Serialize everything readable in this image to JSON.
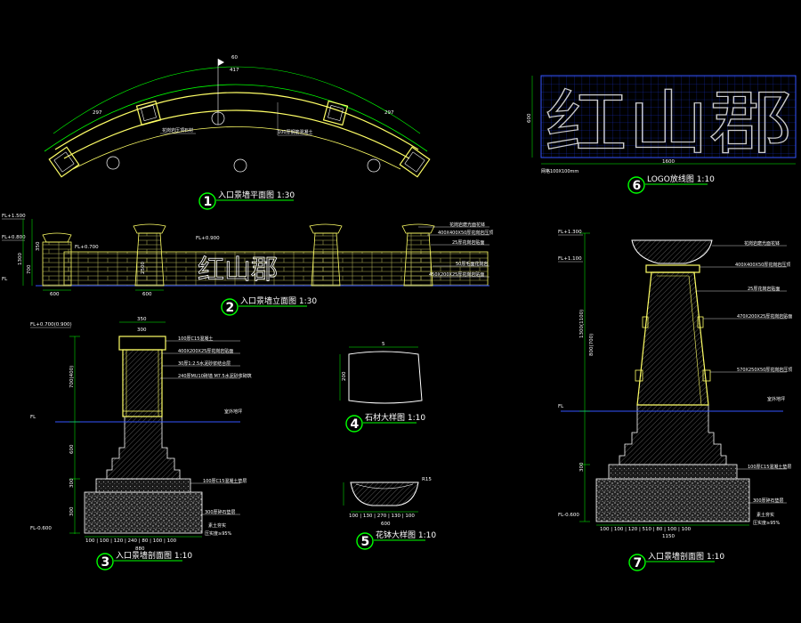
{
  "views": [
    {
      "num": "1",
      "title": "入口景墙平面图 1:30"
    },
    {
      "num": "2",
      "title": "入口景墙立面图 1:30"
    },
    {
      "num": "3",
      "title": "入口景墙剖面图 1:10"
    },
    {
      "num": "4",
      "title": "石材大样图 1:10"
    },
    {
      "num": "5",
      "title": "花钵大样图 1:10"
    },
    {
      "num": "6",
      "title": "LOGO放线图 1:10"
    },
    {
      "num": "7",
      "title": "入口景墙剖面图 1:10"
    }
  ],
  "logo_text": "红山郡",
  "levels": {
    "fl_1500": "FL+1.500",
    "fl_0800": "FL+0.800",
    "fl_0700": "FL+0.700",
    "fl_0900": "FL+0.900",
    "fl": "FL",
    "fl_1300": "FL+1.300",
    "fl_1100": "FL+1.100",
    "fl_m0600": "FL-0.600",
    "fl_0700_s": "FL+0.700(0.900)"
  },
  "dims": {
    "plan_outer": "60",
    "plan_inner": "417",
    "plan_side_l": "297",
    "plan_side_r": "297",
    "elev_600a": "600",
    "elev_600b": "600",
    "elev_h1": "1300",
    "elev_h2": "700",
    "elev_h3": "350",
    "elev_h4": "2500",
    "logo_w": "1600",
    "logo_h": "600",
    "logo_grid": "网格100X100mm",
    "s3_top": "350",
    "s3_top2": "300",
    "s3_h1": "700(400)",
    "s3_h2": "600",
    "s3_h3": "300",
    "s3_h4": "300",
    "s3_bottom": "100 | 100 | 120 | 240 | 80 | 100 | 100",
    "s3_total": "880",
    "s4_w": "5",
    "s4_h": "200",
    "s5_dims": "100 | 130 | 270 | 130 | 100",
    "s5_total": "600",
    "s5_r": "R15",
    "s7_h": "1300(1100)",
    "s7_bottom": "100 | 100 | 120 | 510 | 80 | 100 | 100",
    "s7_total": "1150",
    "s7_h2": "800(700)",
    "s7_h3": "300"
  },
  "notes": {
    "plan_center": "100厚钢筋混凝土",
    "plan_mid": "花岗岩压顶石材",
    "elev_1": "花岗岩磨光面花钵",
    "elev_2": "400X400X50厚花岗岩压顶",
    "elev_3": "25厚花岗岩贴面",
    "elev_4": "50厚毛面花岗岩",
    "elev_5": "450X200X25厚花岗岩贴面",
    "s3_1": "100厚C15混凝土",
    "s3_2": "400X200X25厚花岗岩贴面",
    "s3_3": "30厚1:2.5水泥砂浆结合层",
    "s3_4": "240厚MU10砖墙 M7.5水泥砂浆砌筑",
    "s3_5": "室外地坪",
    "s3_6": "100厚C15混凝土垫层",
    "s3_7": "300厚碎石垫层",
    "s3_8": "素土夯实",
    "s3_9": "压实度≥95%",
    "s7_1": "花岗岩磨光面花钵",
    "s7_2": "400X400X50厚花岗岩压顶",
    "s7_3": "25厚花岗岩贴面",
    "s7_4": "470X200X25厚花岗岩贴面",
    "s7_5": "570X250X50厚花岗岩压顶",
    "s7_6": "室外地坪",
    "s7_7": "100厚C15混凝土垫层",
    "s7_8": "300厚碎石垫层",
    "s7_9": "素土夯实",
    "s7_10": "压实度≥95%"
  },
  "colors": {
    "background": "#000000",
    "green": "#00ff00",
    "yellow": "#ffff66",
    "white": "#ffffff",
    "blue": "#3355ff",
    "grid": "#1a33cc",
    "hatch": "#9a9a9a"
  }
}
